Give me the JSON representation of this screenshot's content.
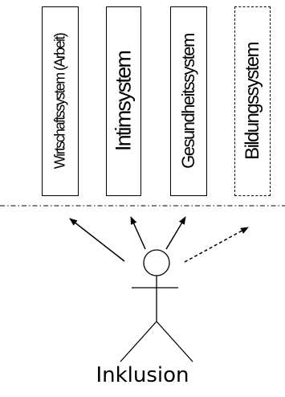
{
  "systems": [
    {
      "label": "Wirtschaftssystem (Arbeit)",
      "border": "solid"
    },
    {
      "label": "Intimsystem",
      "border": "solid"
    },
    {
      "label": "Gesundheitssystem",
      "border": "solid"
    },
    {
      "label": "Bildungssystem",
      "border": "dashed"
    }
  ],
  "caption": "Inklusion",
  "colors": {
    "line": "#000000",
    "background": "#ffffff"
  }
}
